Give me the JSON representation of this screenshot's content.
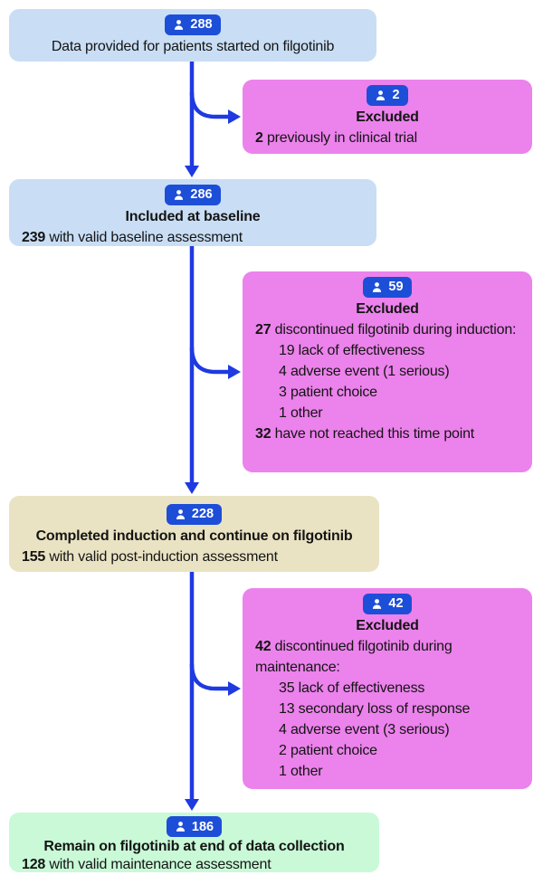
{
  "colors": {
    "box_blue": "#c9def5",
    "box_pink": "#ec82ec",
    "box_tan": "#eae3c3",
    "box_green": "#c9f9d7",
    "badge_blue": "#1d4ed8",
    "arrow_blue": "#1e3ae0"
  },
  "flow": {
    "start": {
      "count": "288",
      "text": "Data provided for patients started on filgotinib"
    },
    "excluded_trial": {
      "count": "2",
      "title": "Excluded",
      "line1_strong": "2",
      "line1_rest": " previously in clinical trial"
    },
    "baseline": {
      "count": "286",
      "title": "Included at baseline",
      "line1_strong": "239",
      "line1_rest": " with valid baseline assessment"
    },
    "excluded_induction": {
      "count": "59",
      "title": "Excluded",
      "line1_strong": "27",
      "line1_rest": " discontinued filgotinib during induction:",
      "item1": "19 lack of effectiveness",
      "item2": "4 adverse event (1 serious)",
      "item3": "3 patient choice",
      "item4": "1 other",
      "line2_strong": "32",
      "line2_rest": " have not reached this time point"
    },
    "completed_induction": {
      "count": "228",
      "title": "Completed induction and continue on filgotinib",
      "line1_strong": "155",
      "line1_rest": " with valid post-induction assessment"
    },
    "excluded_maintenance": {
      "count": "42",
      "title": "Excluded",
      "line1_strong": "42",
      "line1_rest": " discontinued filgotinib during maintenance:",
      "item1": "35 lack of effectiveness",
      "item2": "13 secondary loss of response",
      "item3": "4 adverse event (3 serious)",
      "item4": "2 patient choice",
      "item5": "1 other"
    },
    "remain": {
      "count": "186",
      "title": "Remain on filgotinib at end of data collection",
      "line1_strong": "128",
      "line1_rest": " with valid maintenance assessment"
    }
  }
}
